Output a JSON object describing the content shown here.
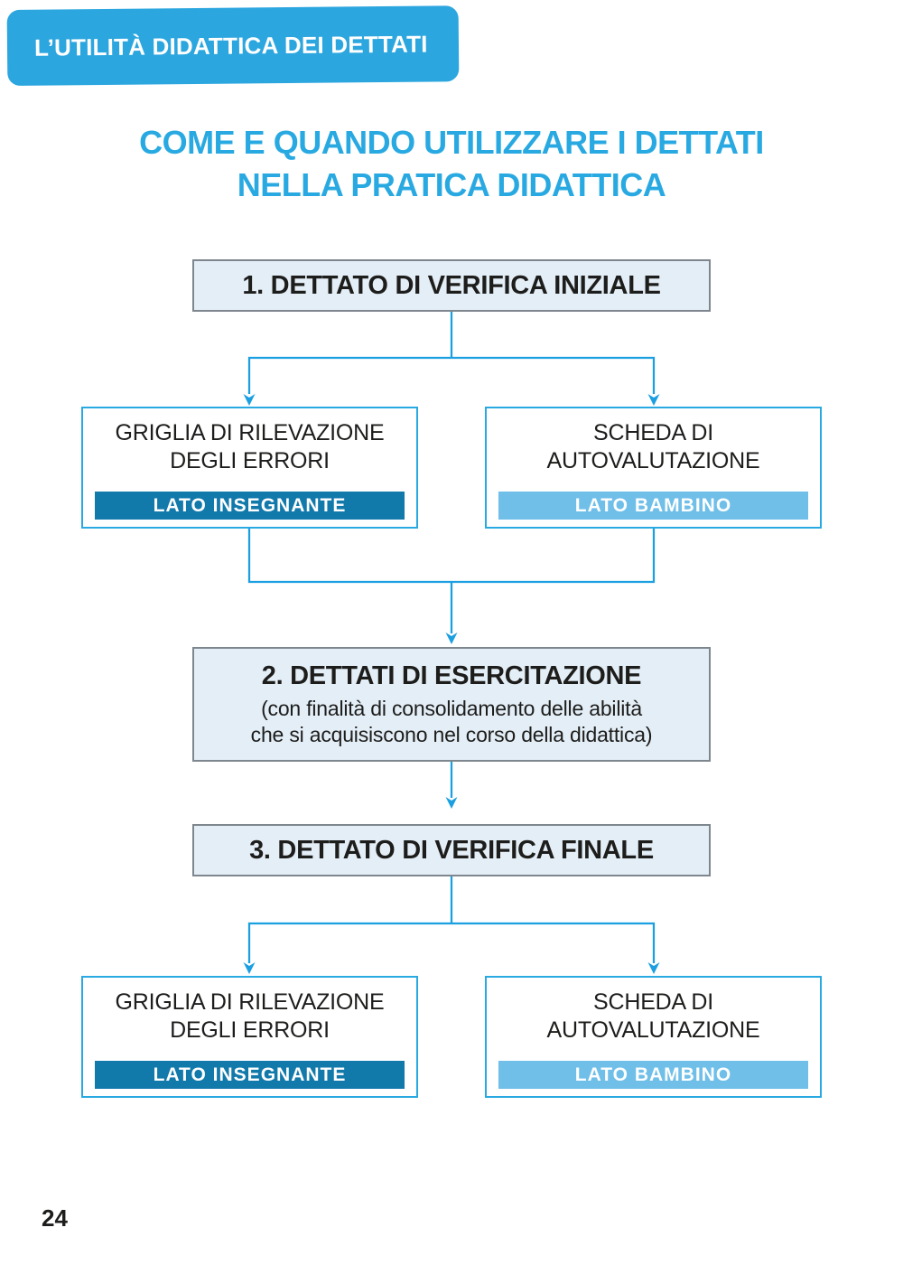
{
  "page": {
    "number": "24"
  },
  "banner": {
    "label": "L’UTILITÀ DIDATTICA DEI DETTATI"
  },
  "title": {
    "line1": "COME E QUANDO UTILIZZARE I DETTATI",
    "line2": "NELLA PRATICA DIDATTICA"
  },
  "flow": {
    "step1": {
      "label": "1. DETTATO DI VERIFICA INIZIALE"
    },
    "branch": {
      "teacher": {
        "line1": "GRIGLIA DI RILEVAZIONE",
        "line2": "DEGLI ERRORI",
        "band": "LATO INSEGNANTE"
      },
      "child": {
        "line1": "SCHEDA DI",
        "line2": "AUTOVALUTAZIONE",
        "band": "LATO BAMBINO"
      }
    },
    "step2": {
      "label": "2. DETTATI DI ESERCITAZIONE",
      "sub_line1": "(con finalità di consolidamento delle abilità",
      "sub_line2": "che si acquisiscono nel corso della didattica)"
    },
    "step3": {
      "label": "3. DETTATO DI VERIFICA FINALE"
    }
  },
  "colors": {
    "accent_blue": "#29A9E1",
    "line_blue": "#1B9FE0",
    "banner_bg": "#2CA6DF",
    "band_dark": "#1279AB",
    "band_light": "#6FBFE9",
    "step_bg": "#E4EEF7",
    "step_border": "#7E868E",
    "text_dark": "#1D1D1B"
  }
}
